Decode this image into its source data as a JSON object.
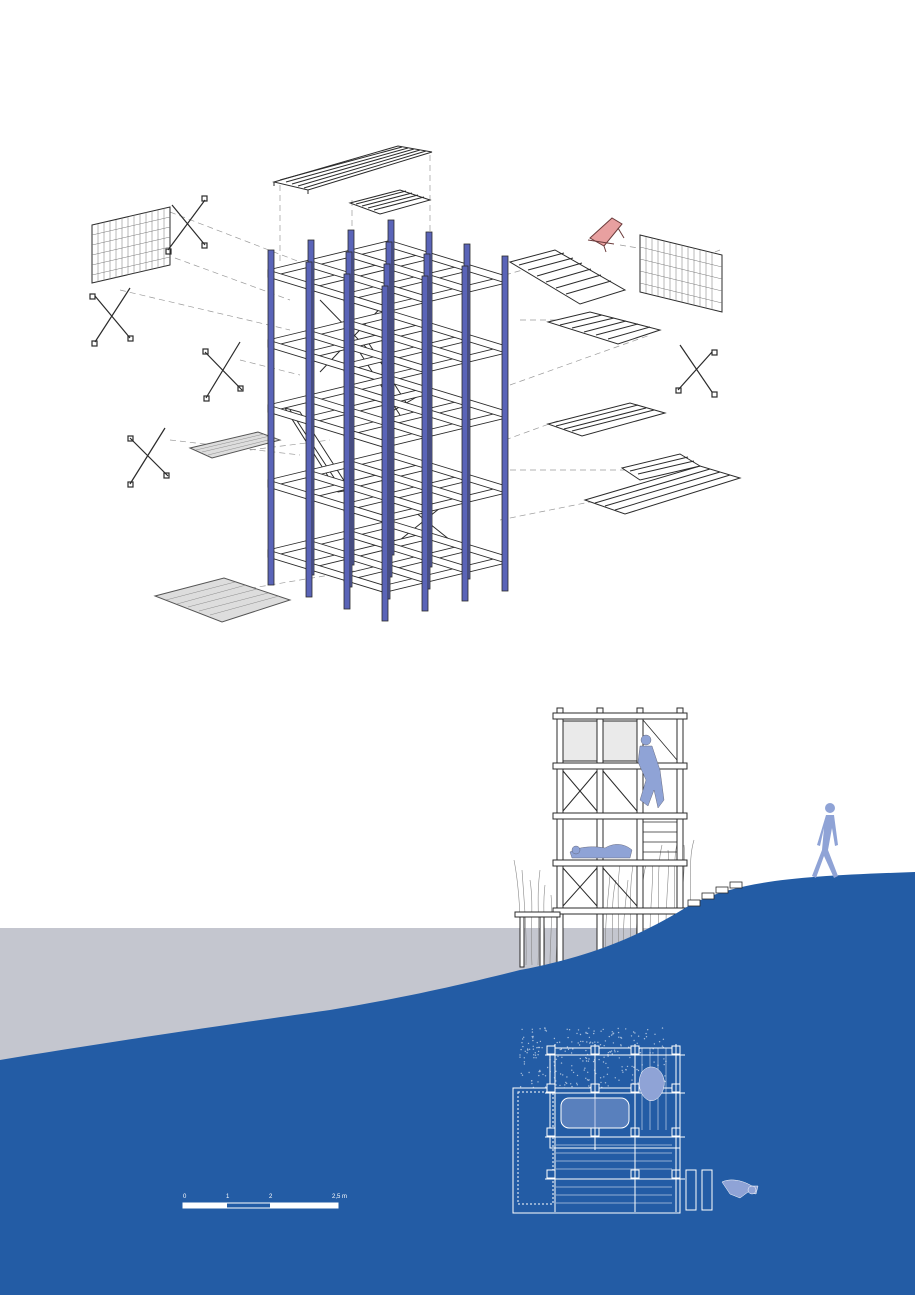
{
  "colors": {
    "paper": "#ffffff",
    "line": "#2b2b2b",
    "column_blue": "#5a64b8",
    "water_gray": "#c4c6cf",
    "ground_blue": "#235ca5",
    "figure_blue": "#8fa3d6",
    "chair_pink": "#e8a0a0",
    "plan_line": "#ffffff"
  },
  "icons": {
    "chair": "deck-chair-icon",
    "walker": "walking-person-icon",
    "climber": "climbing-person-icon",
    "lying": "lying-person-icon",
    "crawler": "crawling-person-icon"
  },
  "scale_bar": {
    "ticks": [
      "0",
      "1",
      "2",
      "2,5 m"
    ]
  }
}
